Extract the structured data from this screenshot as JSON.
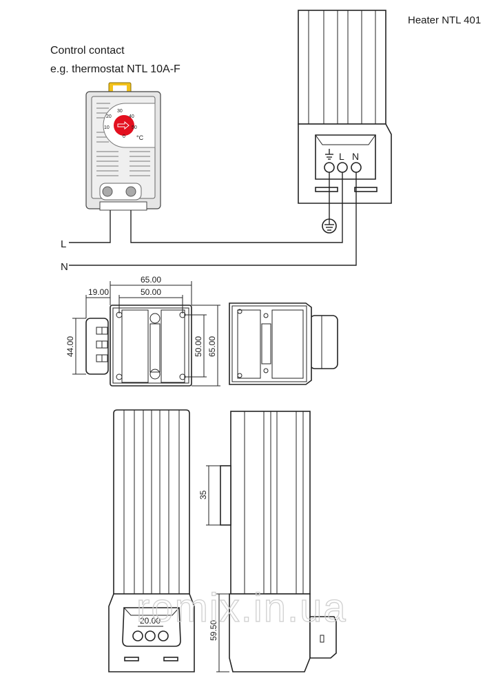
{
  "labels": {
    "heater_title": "Heater NTL 401",
    "control_line1": "Control contact",
    "control_line2": "e.g. thermostat NTL 10A-F",
    "wire_L": "L",
    "wire_N": "N",
    "terminal_L": "L",
    "terminal_N": "N",
    "celsius": "°C"
  },
  "dial_scale": [
    "0",
    "10",
    "20",
    "30",
    "40",
    "50",
    "60"
  ],
  "dimensions": {
    "top_width_outer": "65.00",
    "top_width_inner": "50.00",
    "terminal_depth": "19.00",
    "terminal_height": "44.00",
    "side_inner": "50.00",
    "side_outer": "65.00",
    "din_rail": "35",
    "terminal_spacing": "20.00",
    "base_height": "59.50"
  },
  "watermark": "romix.in.ua",
  "colors": {
    "dial": "#e3101f",
    "tab": "#f3c21b",
    "housing": "#e6e6e6"
  }
}
